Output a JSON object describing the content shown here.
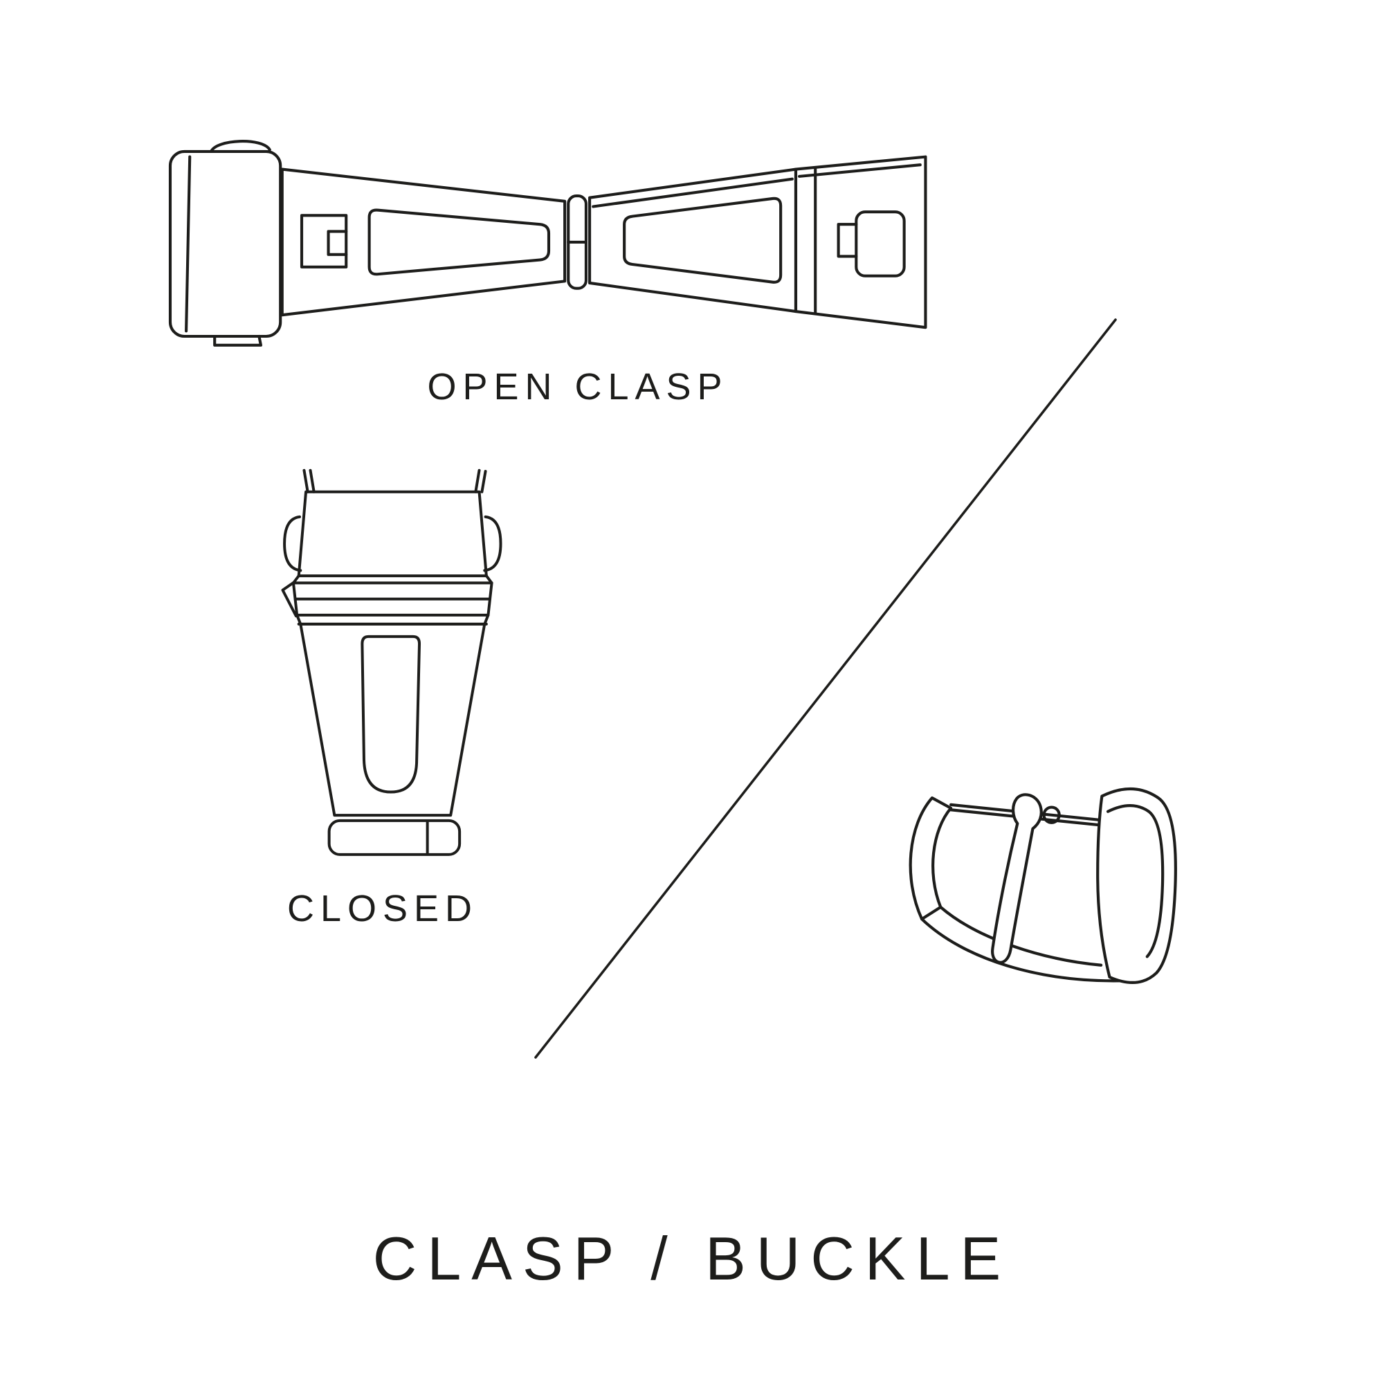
{
  "title": "CLASP / BUCKLE",
  "labels": {
    "open_clasp": "OPEN CLASP",
    "closed": "CLOSED"
  },
  "illustrations": {
    "open_clasp": "open-clasp-illustration",
    "closed_clasp": "closed-clasp-illustration",
    "buckle": "buckle-illustration",
    "divider": "diagonal-divider-line"
  },
  "colors": {
    "line": "#1d1d1b",
    "text": "#1d1d1b",
    "background": "#ffffff"
  }
}
